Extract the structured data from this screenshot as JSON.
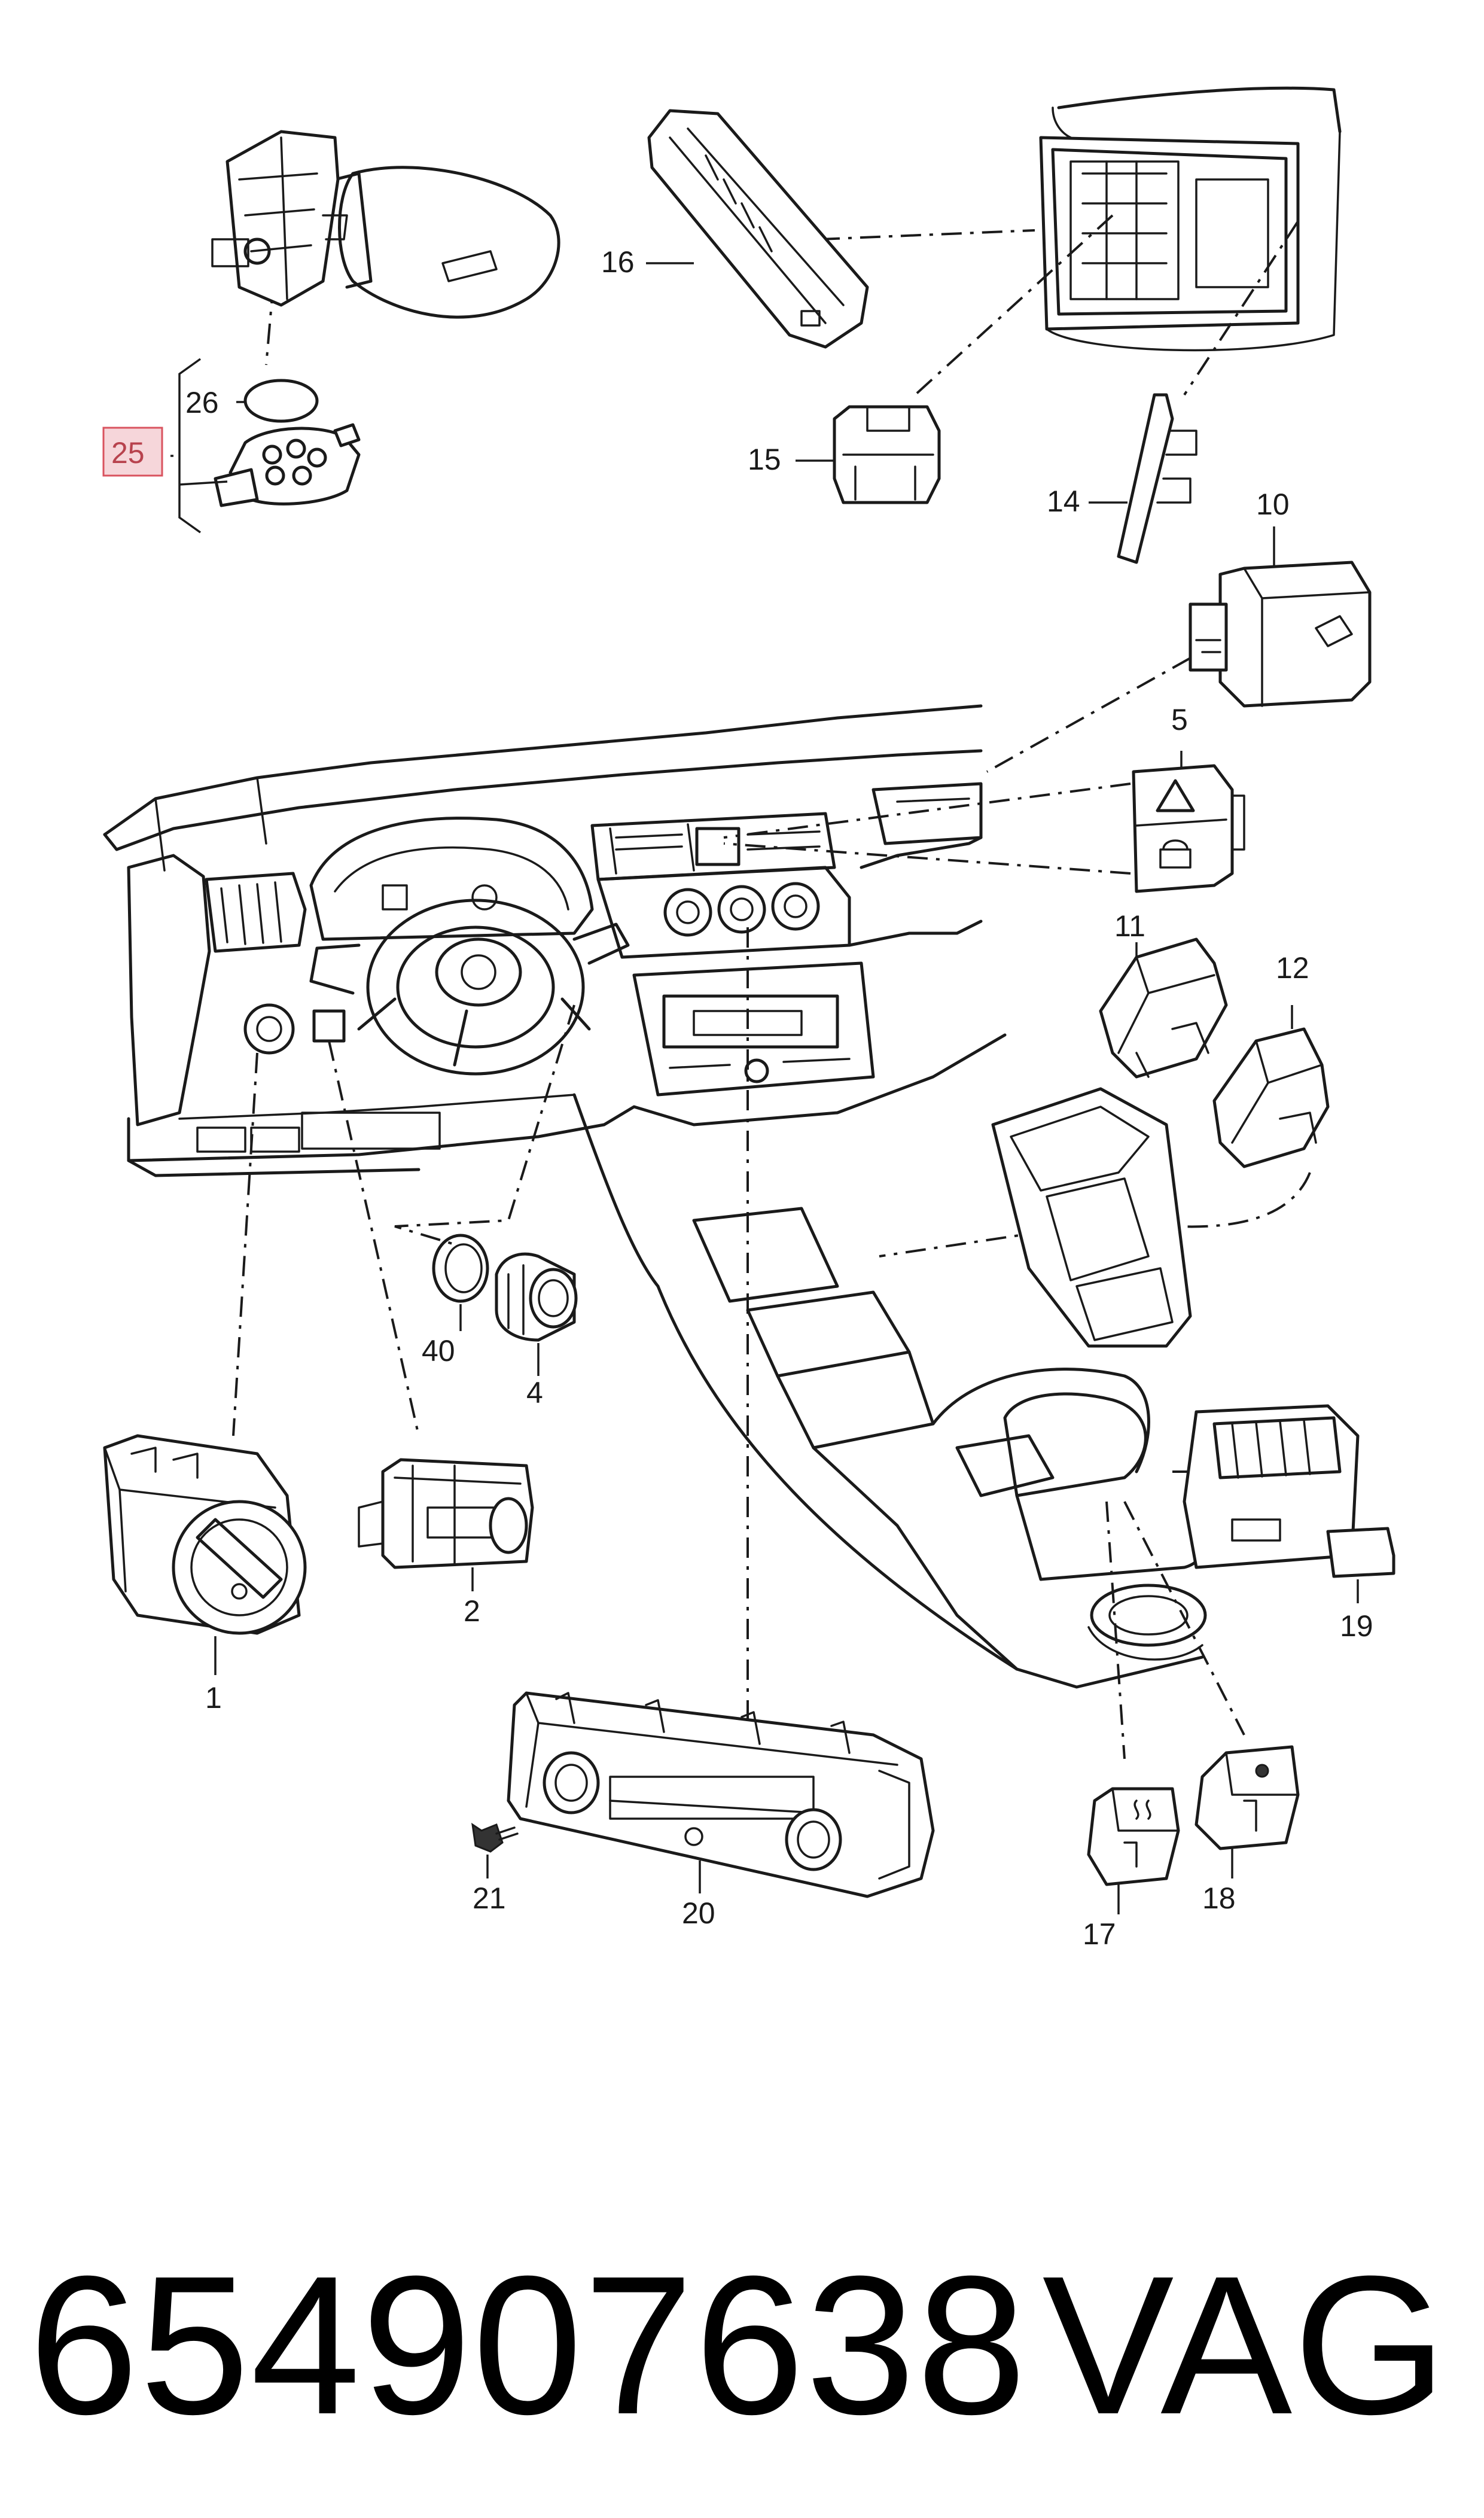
{
  "callouts": {
    "c1": "1",
    "c2": "2",
    "c4": "4",
    "c5": "5",
    "c10": "10",
    "c11": "11",
    "c12": "12",
    "c14": "14",
    "c15": "15",
    "c16": "16",
    "c17": "17",
    "c18": "18",
    "c19": "19",
    "c20": "20",
    "c21": "21",
    "c25": "25",
    "c26": "26",
    "c40": "40"
  },
  "highlighted_callout": "25",
  "footer": {
    "part_number": "654907638",
    "brand": "VAG"
  },
  "colors": {
    "line": "#1a1a1a",
    "highlight_fill": "#f6d6da",
    "highlight_border": "#d9535f",
    "highlight_text": "#b8434e"
  }
}
